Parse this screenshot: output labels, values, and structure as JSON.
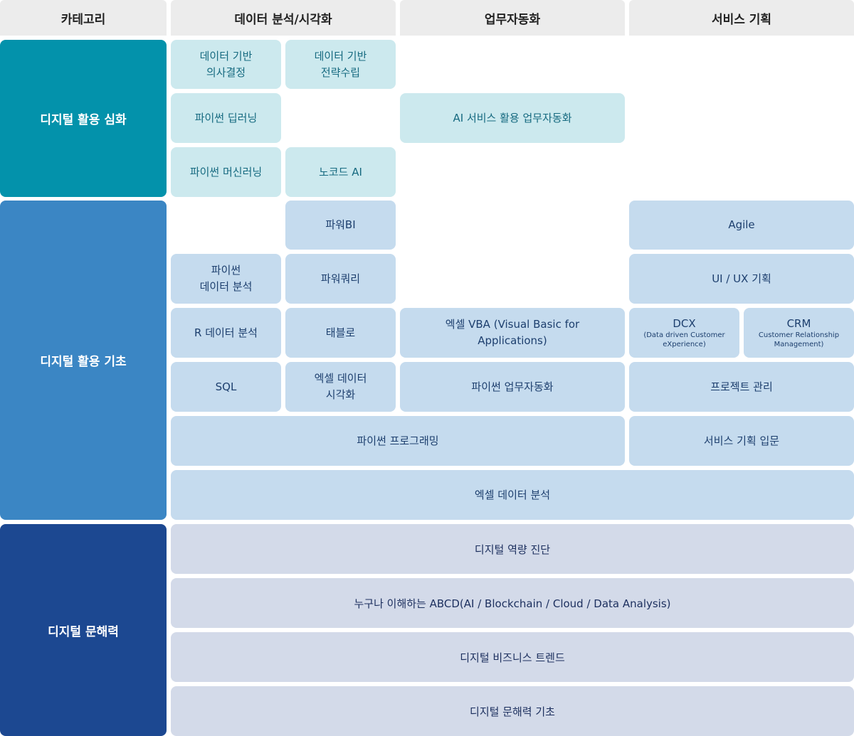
{
  "headers": {
    "category": "카테고리",
    "data": "데이터 분석/시각화",
    "automation": "업무자동화",
    "service": "서비스 기획"
  },
  "categories": {
    "advanced": "디지털 활용 심화",
    "basic": "디지털 활용 기초",
    "literacy": "디지털 문해력"
  },
  "courses": {
    "data_decision": [
      "데이터 기반",
      "의사결정"
    ],
    "data_strategy": [
      "데이터 기반",
      "전략수립"
    ],
    "python_deep_learning": "파이썬 딥러닝",
    "ai_automation": "AI 서비스 활용 업무자동화",
    "python_machine_learning": "파이썬 머신러닝",
    "no_code_ai": "노코드 AI",
    "power_bi": "파워BI",
    "agile": "Agile",
    "python_data_analysis": [
      "파이썬",
      "데이터 분석"
    ],
    "power_query": "파워쿼리",
    "ui_ux_planning": "UI / UX 기획",
    "r_data_analysis": "R 데이터 분석",
    "tableau": "태블로",
    "excel_vba": [
      "엑셀 VBA (Visual Basic for",
      "Applications)"
    ],
    "dcx": {
      "title": "DCX",
      "sub": [
        "(Data driven Customer",
        "eXperience)"
      ]
    },
    "crm": {
      "title": "CRM",
      "sub": [
        "Customer Relationship",
        "Management)"
      ]
    },
    "sql": "SQL",
    "excel_visualization": [
      "엑셀 데이터",
      "시각화"
    ],
    "python_automation": "파이썬 업무자동화",
    "project_management": "프로젝트 관리",
    "python_programming": "파이썬 프로그래밍",
    "service_planning_intro": "서비스 기획 입문",
    "excel_data_analysis": "엑셀 데이터 분석",
    "digital_diagnosis": "디지털 역량 진단",
    "abcd": "누구나 이해하는 ABCD(AI / Blockchain / Cloud / Data Analysis)",
    "digital_business_trend": "디지털 비즈니스 트렌드",
    "digital_literacy_basic": "디지털 문해력 기초"
  },
  "colors": {
    "header_bg": "#ececec",
    "advanced_category": "#0392ab",
    "basic_category": "#3b86c4",
    "literacy_category": "#1c4891",
    "advanced_cell": "#cce9ee",
    "basic_cell": "#c5dbee",
    "literacy_cell": "#d3dae9"
  }
}
